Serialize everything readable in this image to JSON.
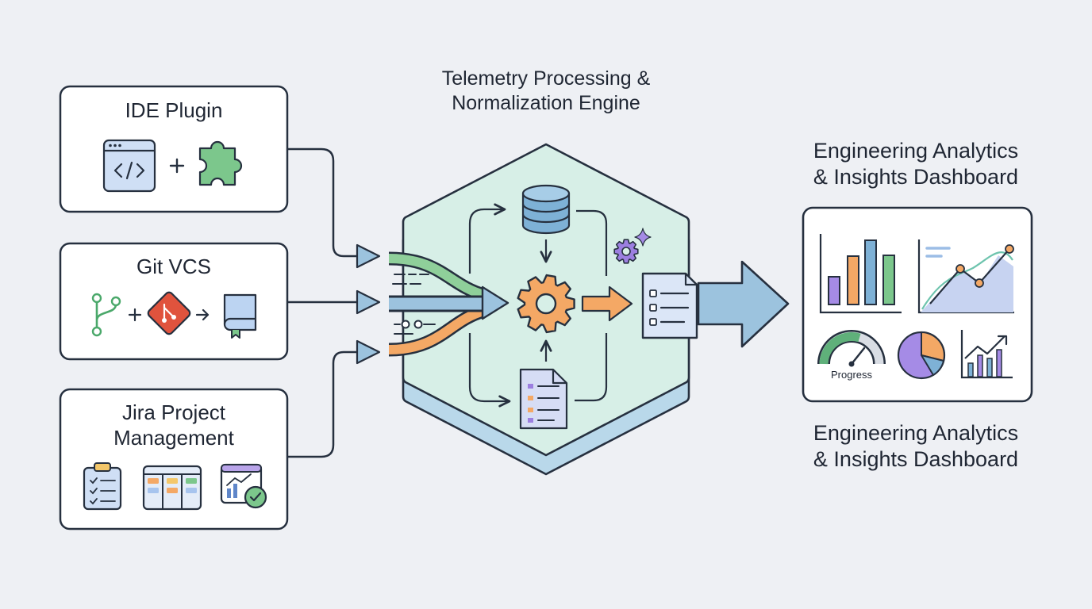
{
  "sources": [
    {
      "id": "ide",
      "title": "IDE Plugin"
    },
    {
      "id": "git",
      "title": "Git VCS"
    },
    {
      "id": "jira",
      "title": "Jira Project\nManagement"
    }
  ],
  "engine": {
    "title": "Telemetry Processing &\nNormalization Engine"
  },
  "dashboard": {
    "title_top": "Engineering Analytics\n& Insights Dashboard",
    "title_bottom": "Engineering Analytics\n& Insights Dashboard",
    "gauge_label": "Progress"
  },
  "colors": {
    "background": "#eef0f4",
    "stroke": "#26303f",
    "arrow_blue": "#9cc3de",
    "flow_green": "#8fcf9a",
    "flow_orange": "#f4a865",
    "hex_fill": "#d7efe7",
    "accent_purple": "#9c7fe0",
    "accent_orange": "#f4a865",
    "accent_teal": "#5fb7a8",
    "git_red": "#e0533d"
  },
  "icons": [
    "code-window-icon",
    "puzzle-icon",
    "branch-icon",
    "git-icon",
    "book-icon",
    "clipboard-icon",
    "kanban-board-icon",
    "report-check-icon",
    "database-icon",
    "gear-icon",
    "document-icon",
    "sparkle-gear-icon",
    "output-report-icon",
    "bar-chart-icon",
    "line-chart-icon",
    "gauge-icon",
    "pie-chart-icon",
    "trend-chart-icon"
  ]
}
